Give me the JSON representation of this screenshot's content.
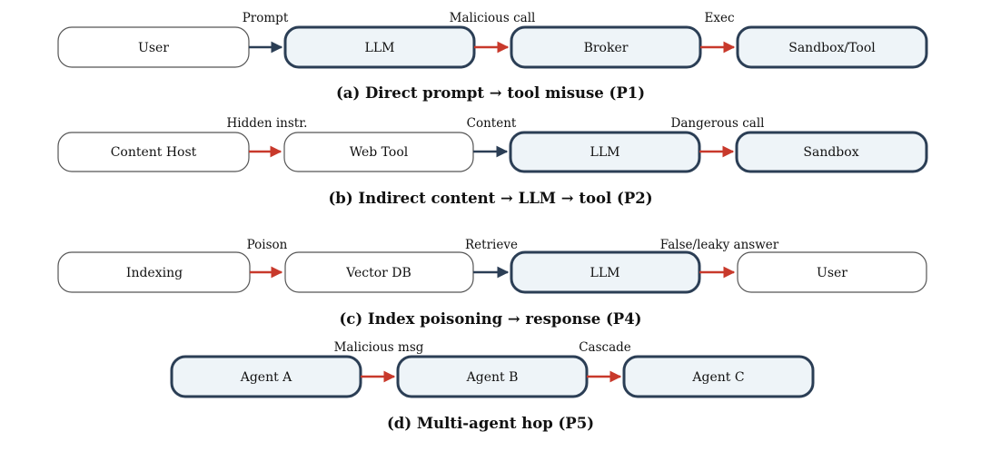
{
  "colors": {
    "plain_fill": "#ffffff",
    "plain_stroke": "#555555",
    "highlight_fill": "#eef4f8",
    "highlight_stroke": "#2b3e55",
    "arrow_red": "#c8392b",
    "arrow_dark": "#2b3e55"
  },
  "panels": [
    {
      "caption": "(a) Direct prompt → tool misuse (P1)",
      "nodes": [
        {
          "label": "User",
          "style": "plain"
        },
        {
          "label": "LLM",
          "style": "highlight"
        },
        {
          "label": "Broker",
          "style": "highlight"
        },
        {
          "label": "Sandbox/Tool",
          "style": "highlight"
        }
      ],
      "edges": [
        {
          "label": "Prompt",
          "color": "dark"
        },
        {
          "label": "Malicious call",
          "color": "red"
        },
        {
          "label": "Exec",
          "color": "red"
        }
      ]
    },
    {
      "caption": "(b) Indirect content → LLM → tool (P2)",
      "nodes": [
        {
          "label": "Content Host",
          "style": "plain"
        },
        {
          "label": "Web Tool",
          "style": "plain"
        },
        {
          "label": "LLM",
          "style": "highlight"
        },
        {
          "label": "Sandbox",
          "style": "highlight"
        }
      ],
      "edges": [
        {
          "label": "Hidden instr.",
          "color": "red"
        },
        {
          "label": "Content",
          "color": "dark"
        },
        {
          "label": "Dangerous call",
          "color": "red"
        }
      ]
    },
    {
      "caption": "(c) Index poisoning → response (P4)",
      "nodes": [
        {
          "label": "Indexing",
          "style": "plain"
        },
        {
          "label": "Vector DB",
          "style": "plain"
        },
        {
          "label": "LLM",
          "style": "highlight"
        },
        {
          "label": "User",
          "style": "plain"
        }
      ],
      "edges": [
        {
          "label": "Poison",
          "color": "red"
        },
        {
          "label": "Retrieve",
          "color": "dark"
        },
        {
          "label": "False/leaky answer",
          "color": "red"
        }
      ]
    },
    {
      "caption": "(d) Multi-agent hop (P5)",
      "nodes": [
        {
          "label": "Agent A",
          "style": "highlight"
        },
        {
          "label": "Agent B",
          "style": "highlight"
        },
        {
          "label": "Agent C",
          "style": "highlight"
        }
      ],
      "edges": [
        {
          "label": "Malicious msg",
          "color": "red"
        },
        {
          "label": "Cascade",
          "color": "red"
        }
      ]
    }
  ]
}
